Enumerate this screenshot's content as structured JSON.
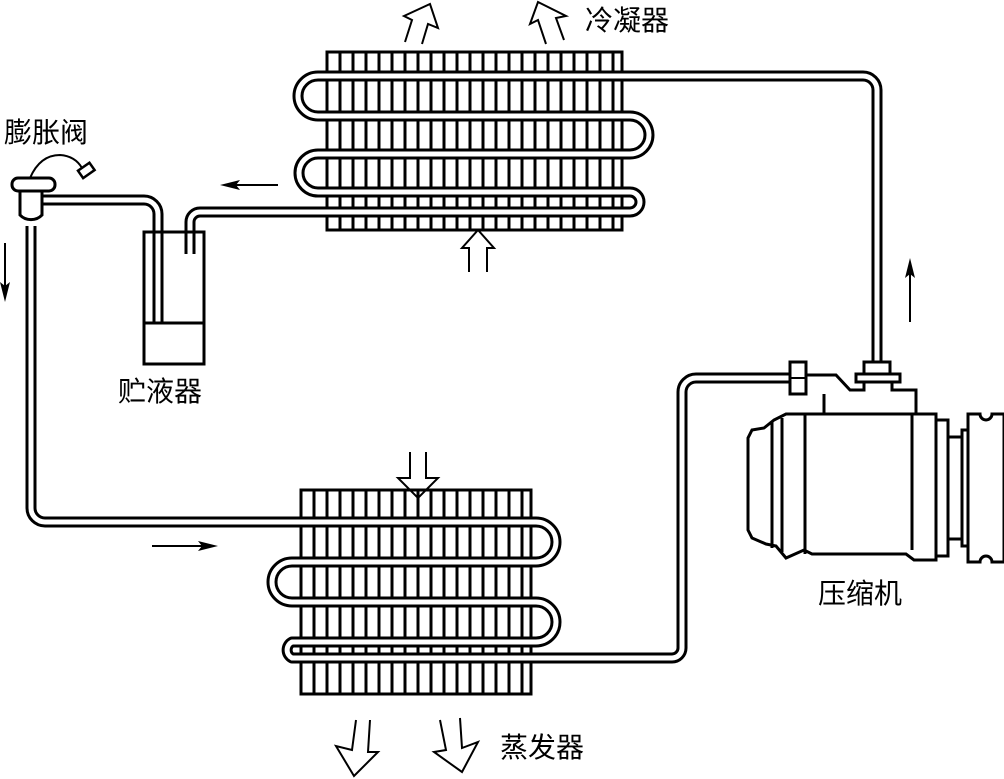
{
  "title": "汽车空调制冷系统示意图",
  "labels": {
    "condenser": "冷凝器",
    "expansion_valve": "膨胀阀",
    "receiver_drier": "贮液器",
    "evaporator": "蒸发器",
    "compressor": "压缩机"
  },
  "flow": {
    "direction": [
      "compressor",
      "condenser",
      "receiver_drier",
      "expansion_valve",
      "evaporator",
      "compressor"
    ],
    "arrows": [
      "up-right-pipe",
      "left-above-receiver",
      "down-left-pipe",
      "right-below-evaporator"
    ]
  },
  "airflow": {
    "condenser": {
      "in": "bottom",
      "out": "top"
    },
    "evaporator": {
      "in": "top",
      "out": "bottom"
    }
  },
  "colors": {
    "line": "#000000",
    "background": "#ffffff"
  }
}
